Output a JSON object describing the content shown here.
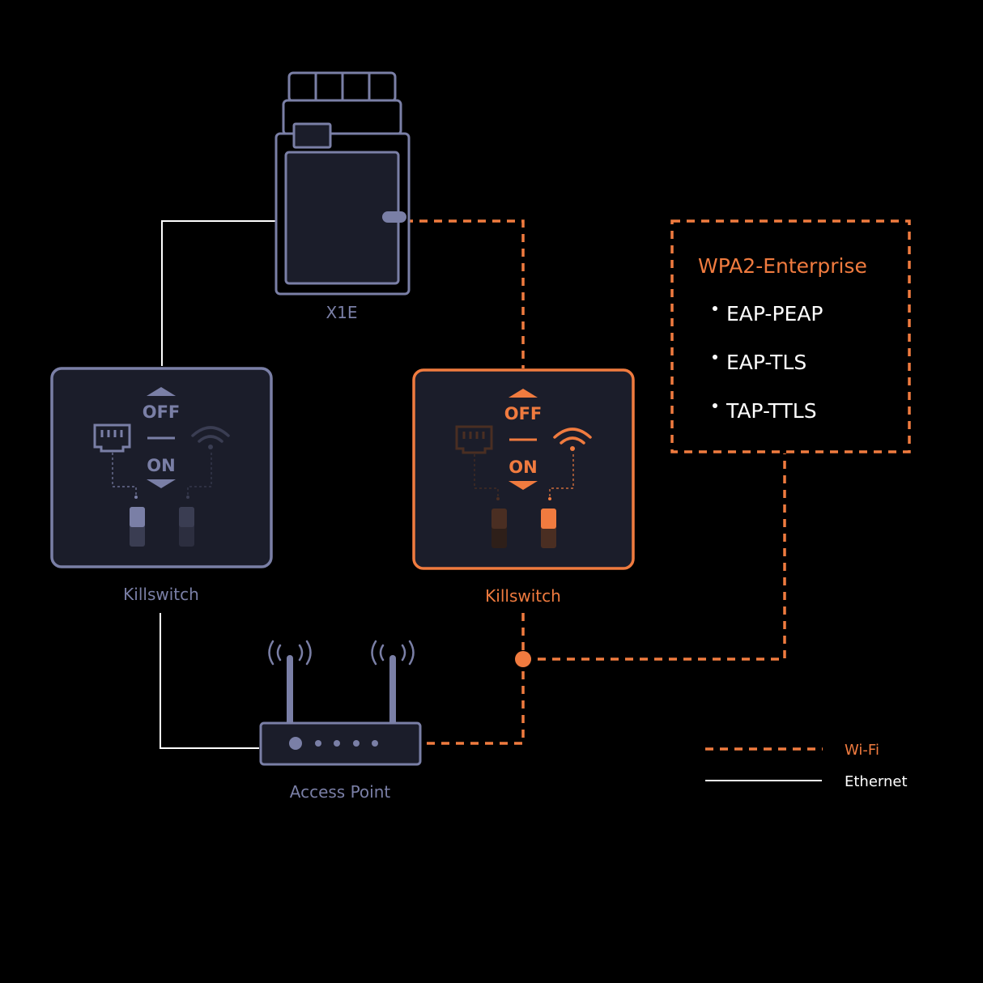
{
  "colors": {
    "background": "#000000",
    "device": "#7a7fa6",
    "device_fill": "#1b1d2a",
    "wifi": "#f07b3f",
    "ethernet": "#ffffff",
    "dim_device": "#3a3d52",
    "dim_wifi": "#4a2e22"
  },
  "printer": {
    "label": "X1E"
  },
  "killswitch_ethernet": {
    "label": "Killswitch",
    "off_label": "OFF",
    "on_label": "ON",
    "active": "ethernet"
  },
  "killswitch_wifi": {
    "label": "Killswitch",
    "off_label": "OFF",
    "on_label": "ON",
    "active": "wifi"
  },
  "access_point": {
    "label": "Access Point"
  },
  "security_box": {
    "title": "WPA2-Enterprise",
    "items": [
      "EAP-PEAP",
      "EAP-TLS",
      "TAP-TTLS"
    ]
  },
  "legend": {
    "items": [
      {
        "label": "Wi-Fi",
        "style": "dashed"
      },
      {
        "label": "Ethernet",
        "style": "solid"
      }
    ]
  },
  "icons": [
    "ethernet-port-icon",
    "wifi-icon",
    "arrow-up-icon",
    "arrow-down-icon",
    "antenna-signal-icon"
  ]
}
